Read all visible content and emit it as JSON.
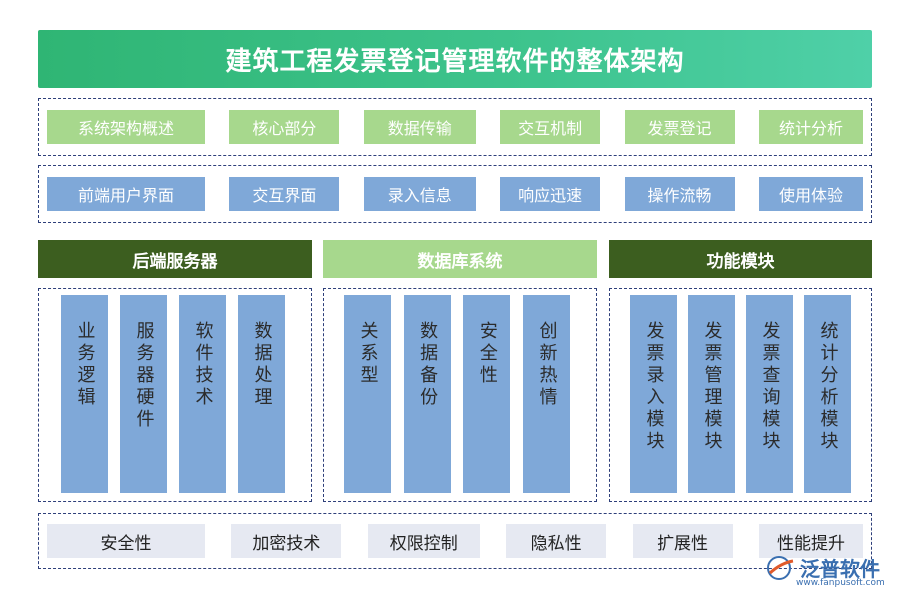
{
  "title": "建筑工程发票登记管理软件的整体架构",
  "row1": [
    "系统架构概述",
    "核心部分",
    "数据传输",
    "交互机制",
    "发票登记",
    "统计分析"
  ],
  "row2": [
    "前端用户界面",
    "交互界面",
    "录入信息",
    "响应迅速",
    "操作流畅",
    "使用体验"
  ],
  "sections": [
    {
      "title": "后端服务器",
      "items": [
        "业务逻辑",
        "服务器硬件",
        "软件技术",
        "数据处理"
      ]
    },
    {
      "title": "数据库系统",
      "items": [
        "关系型",
        "数据备份",
        "安全性",
        "创新热情"
      ]
    },
    {
      "title": "功能模块",
      "items": [
        "发票录入模块",
        "发票管理模块",
        "发票查询模块",
        "统计分析模块"
      ]
    }
  ],
  "row3": [
    "安全性",
    "加密技术",
    "权限控制",
    "隐私性",
    "扩展性",
    "性能提升"
  ],
  "logo": {
    "name": "泛普软件",
    "url": "www.fanpusoft.com"
  },
  "colors": {
    "title_green": "#2fb574",
    "chip_green": "#a7d88d",
    "chip_blue": "#7fa8d8",
    "dark_green": "#3c5e1f",
    "gray": "#e6e9f2"
  }
}
